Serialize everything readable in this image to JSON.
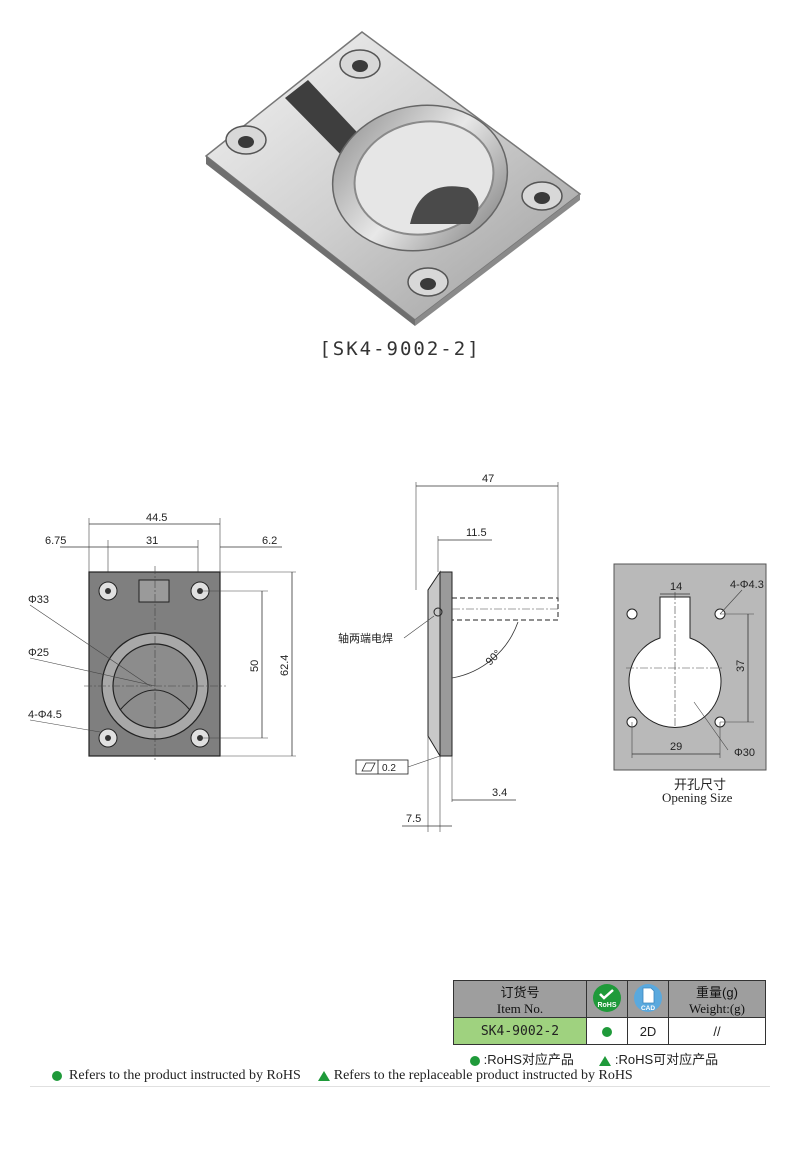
{
  "model_caption": "[SK4-9002-2]",
  "front_view": {
    "dim_overall_width": "44.5",
    "dim_edge_offset": "6.75",
    "dim_hole_spacing_x": "31",
    "dim_right_offset": "6.2",
    "dim_ring_outer": "Φ33",
    "dim_ring_inner": "Φ25",
    "dim_holes": "4-Φ4.5",
    "dim_hole_spacing_y": "50",
    "dim_overall_height": "62.4"
  },
  "side_view": {
    "dim_total_depth": "47",
    "dim_offset": "11.5",
    "weld_note": "轴两端电焊",
    "angle": "90°",
    "flatness": "0.2",
    "dim_plate_thickness": "3.4",
    "dim_height": "7.5"
  },
  "opening_size": {
    "dim_slot_width": "14",
    "dim_holes": "4-Φ4.3",
    "dim_hole_spacing_y": "37",
    "dim_hole_spacing_x": "29",
    "dim_circle": "Φ30",
    "label_cn": "开孔尺寸",
    "label_en": "Opening Size"
  },
  "spec_table": {
    "header_item_cn": "订货号",
    "header_item_en": "Item No.",
    "rohs_badge": "RoHS",
    "cad_badge": "CAD",
    "header_weight_cn": "重量(g)",
    "header_weight_en": "Weight:(g)",
    "item_no": "SK4-9002-2",
    "cad_value": "2D",
    "weight_value": "//"
  },
  "legend": {
    "rohs_cn": ":RoHS对应产品",
    "replaceable_cn": ":RoHS可对应产品",
    "rohs_en": "Refers to the product instructed by RoHS",
    "replaceable_en": "Refers to the replaceable product instructed by RoHS"
  },
  "colors": {
    "rohs_green": "#1f9a3a",
    "item_cell": "#9fd27f",
    "table_header": "#9e9e9e",
    "cad_blue": "#5aa9de"
  }
}
